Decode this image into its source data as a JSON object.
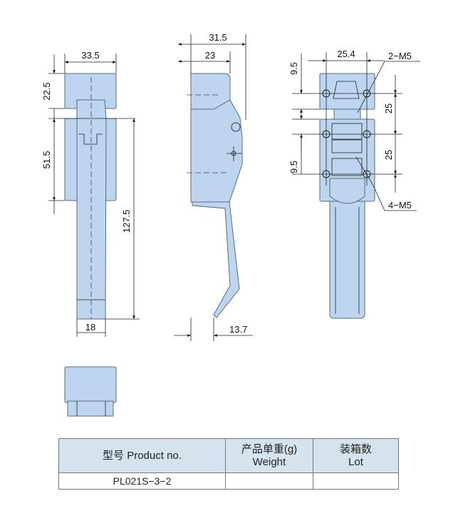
{
  "dimensions": {
    "left_width": "33.5",
    "left_cap_height": "22.5",
    "left_body_height": "51.5",
    "left_total_height": "127.5",
    "left_stem_width": "18",
    "side_total_width": "31.5",
    "side_top_width": "23",
    "side_handle_offset": "13.7",
    "front_hole_spacing_x": "25.4",
    "front_offset_top": "9.5",
    "front_offset_bottom": "9.5",
    "front_hole_spacing_1": "25",
    "front_hole_spacing_2": "25",
    "label_top_holes": "2−M5",
    "label_bottom_holes": "4−M5"
  },
  "table": {
    "headers": [
      {
        "line1": "型号 Product no."
      },
      {
        "line1": "产品单重(g)",
        "line2": "Weight"
      },
      {
        "line1": "装箱数",
        "line2": "Lot"
      }
    ],
    "rows": [
      {
        "product": "PL021S−3−2",
        "weight": "",
        "lot": ""
      }
    ]
  },
  "colors": {
    "part_fill": "#bdd5ef",
    "header_bg": "#d5e3ee"
  }
}
